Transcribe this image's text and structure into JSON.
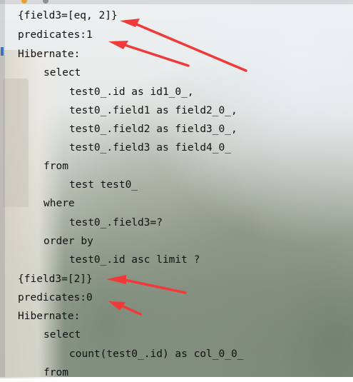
{
  "console": {
    "lines": [
      "{field3=[eq, 2]}",
      "predicates:1",
      "Hibernate:",
      "select",
      "test0_.id as id1_0_,",
      "test0_.field1 as field2_0_,",
      "test0_.field2 as field3_0_,",
      "test0_.field3 as field4_0_",
      "from",
      "test test0_",
      "where",
      "test0_.field3=?",
      "order by",
      "test0_.id asc limit ?",
      "{field3=[2]}",
      "predicates:0",
      "Hibernate:",
      "select",
      "count(test0_.id) as col_0_0_",
      "from"
    ]
  },
  "colors": {
    "text": "#111111",
    "arrow": "#f03a3a",
    "gutter_marker": "#3a6fc4"
  }
}
